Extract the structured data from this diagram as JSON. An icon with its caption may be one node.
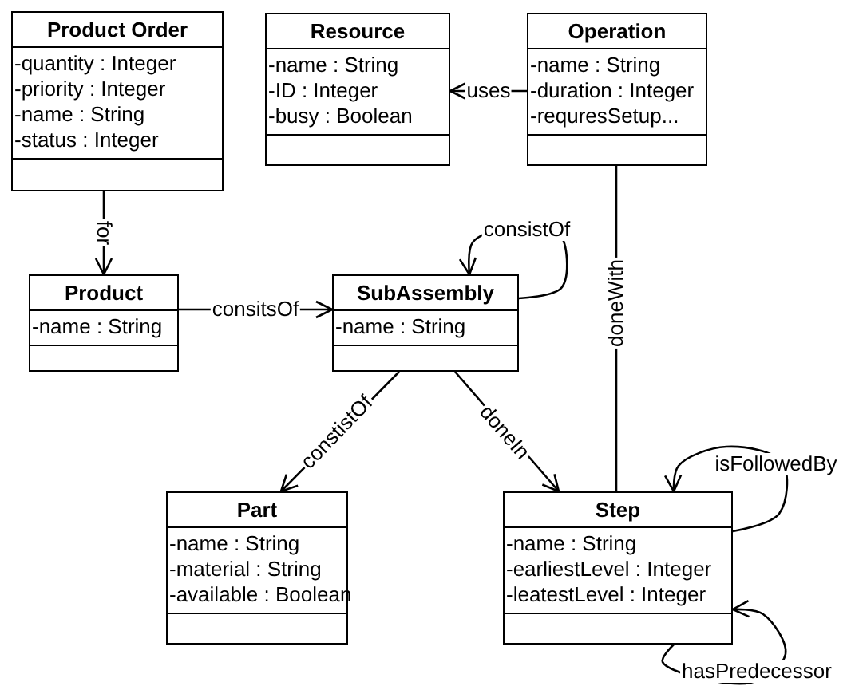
{
  "diagram": {
    "nodes": [
      {
        "text": [
          "Product Order",
          "-quantity : Integer",
          "-priority : Integer",
          "-name : String",
          "-status : Integer"
        ]
      },
      {
        "text": [
          "Resource",
          "-name : String",
          "-ID : Integer",
          "-busy : Boolean"
        ]
      },
      {
        "text": [
          "Operation",
          "-name : String",
          "-duration : Integer",
          "-requresSetup..."
        ]
      },
      {
        "text": [
          "Product",
          "-name : String"
        ]
      },
      {
        "text": [
          "SubAssembly",
          "-name : String"
        ]
      },
      {
        "text": [
          "Part",
          "-name : String",
          "-material : String",
          "-available : Boolean"
        ]
      },
      {
        "text": [
          "Step",
          "-name : String",
          "-earliestLevel : Integer",
          "-leatestLevel : Integer"
        ]
      }
    ],
    "edges": [
      {
        "from": 0,
        "to": 3,
        "arrow": "to",
        "label": "for"
      },
      {
        "from": 3,
        "to": 4,
        "arrow": "to",
        "label": "consitsOf"
      },
      {
        "from": 2,
        "to": 1,
        "arrow": "to",
        "label": "uses"
      },
      {
        "from": 4,
        "to": 4,
        "arrow": "to",
        "label": "consistOf"
      },
      {
        "from": 4,
        "to": 5,
        "arrow": "to",
        "label": "constistOf"
      },
      {
        "from": 4,
        "to": 6,
        "arrow": "to",
        "label": "doneIn"
      },
      {
        "from": 2,
        "to": 6,
        "arrow": "none",
        "label": "doneWith"
      },
      {
        "from": 6,
        "to": 6,
        "arrow": "to",
        "label": "isFollowedBy"
      },
      {
        "from": 6,
        "to": 6,
        "arrow": "to",
        "label": "hasPredecessor"
      }
    ]
  }
}
